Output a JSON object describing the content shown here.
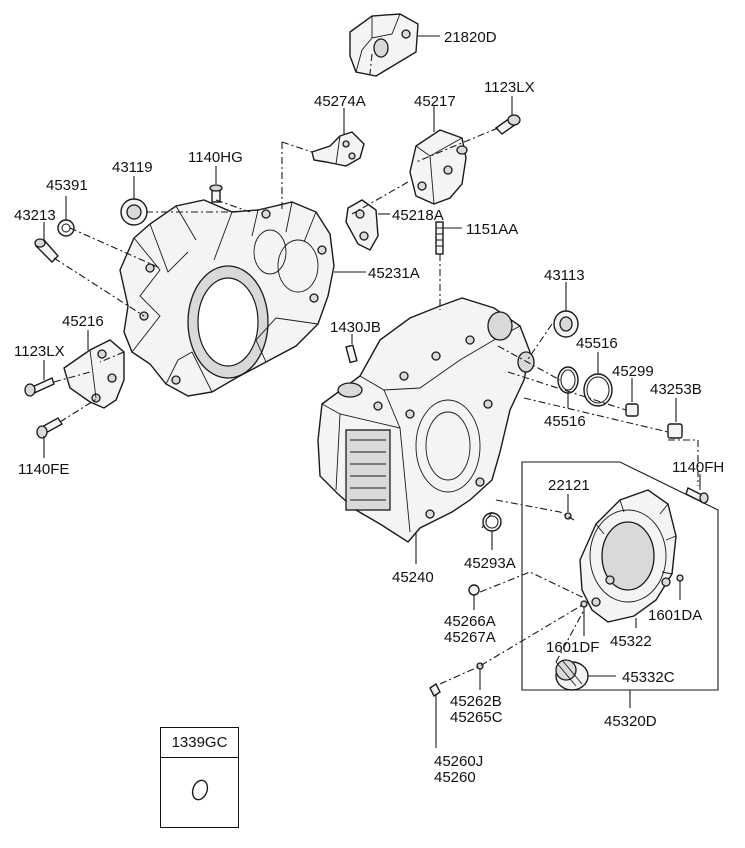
{
  "labels": {
    "p21820D": "21820D",
    "p45274A": "45274A",
    "p45217": "45217",
    "p1123LX_top": "1123LX",
    "p43119": "43119",
    "p1140HG": "1140HG",
    "p45391": "45391",
    "p43213": "43213",
    "p45218A": "45218A",
    "p1151AA": "1151AA",
    "p45231A": "45231A",
    "p43113": "43113",
    "p45216": "45216",
    "p1430JB": "1430JB",
    "p45516_a": "45516",
    "p1123LX_left": "1123LX",
    "p45299": "45299",
    "p43253B": "43253B",
    "p45516_b": "45516",
    "p1140FE": "1140FE",
    "p1140FH": "1140FH",
    "p22121": "22121",
    "p45293A": "45293A",
    "p45240": "45240",
    "p1601DA": "1601DA",
    "p45266A": "45266A",
    "p45267A": "45267A",
    "p45322": "45322",
    "p1601DF": "1601DF",
    "p45332C": "45332C",
    "p45262B": "45262B",
    "p45265C": "45265C",
    "p45320D": "45320D",
    "p45260J": "45260J",
    "p45260": "45260"
  },
  "legend": {
    "code": "1339GC"
  }
}
